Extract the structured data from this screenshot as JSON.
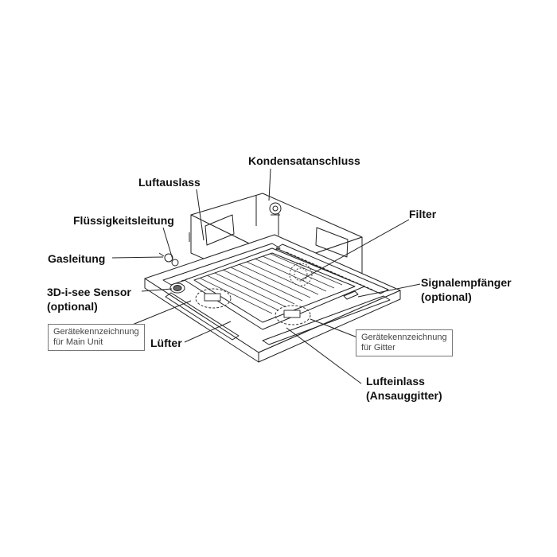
{
  "labels": {
    "kondensat": "Kondensatanschluss",
    "luftauslass": "Luftauslass",
    "fluessig": "Flüssigkeitsleitung",
    "gas": "Gasleitung",
    "sensor_1": "3D-i-see Sensor",
    "sensor_2": "(optional)",
    "filter": "Filter",
    "signal_1": "Signalempfänger",
    "signal_2": "(optional)",
    "luefter": "Lüfter",
    "lufteinlass_1": "Lufteinlass",
    "lufteinlass_2": "(Ansauggitter)"
  },
  "boxes": {
    "main_unit_1": "Gerätekennzeichnung",
    "main_unit_2": "für Main Unit",
    "gitter_1": "Gerätekennzeichnung",
    "gitter_2": "für Gitter"
  }
}
